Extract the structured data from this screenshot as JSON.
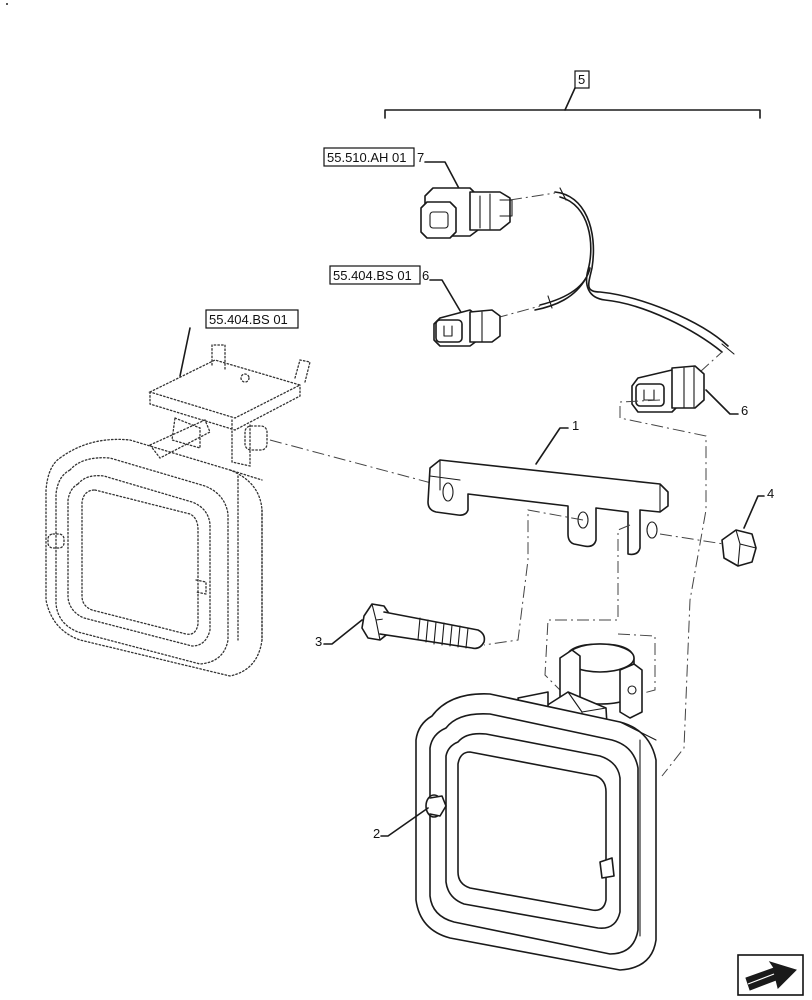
{
  "callouts": {
    "c1": "1",
    "c2": "2",
    "c3": "3",
    "c4": "4",
    "c5": "5",
    "c6a": "6",
    "c6b": "6",
    "c7": "7"
  },
  "references": {
    "ref_connector_7": "55.510.AH 01",
    "ref_connector_6": "55.404.BS 01",
    "ref_lamp_left": "55.404.BS 01"
  },
  "icons": {
    "nav": "next-page-arrow-icon"
  }
}
